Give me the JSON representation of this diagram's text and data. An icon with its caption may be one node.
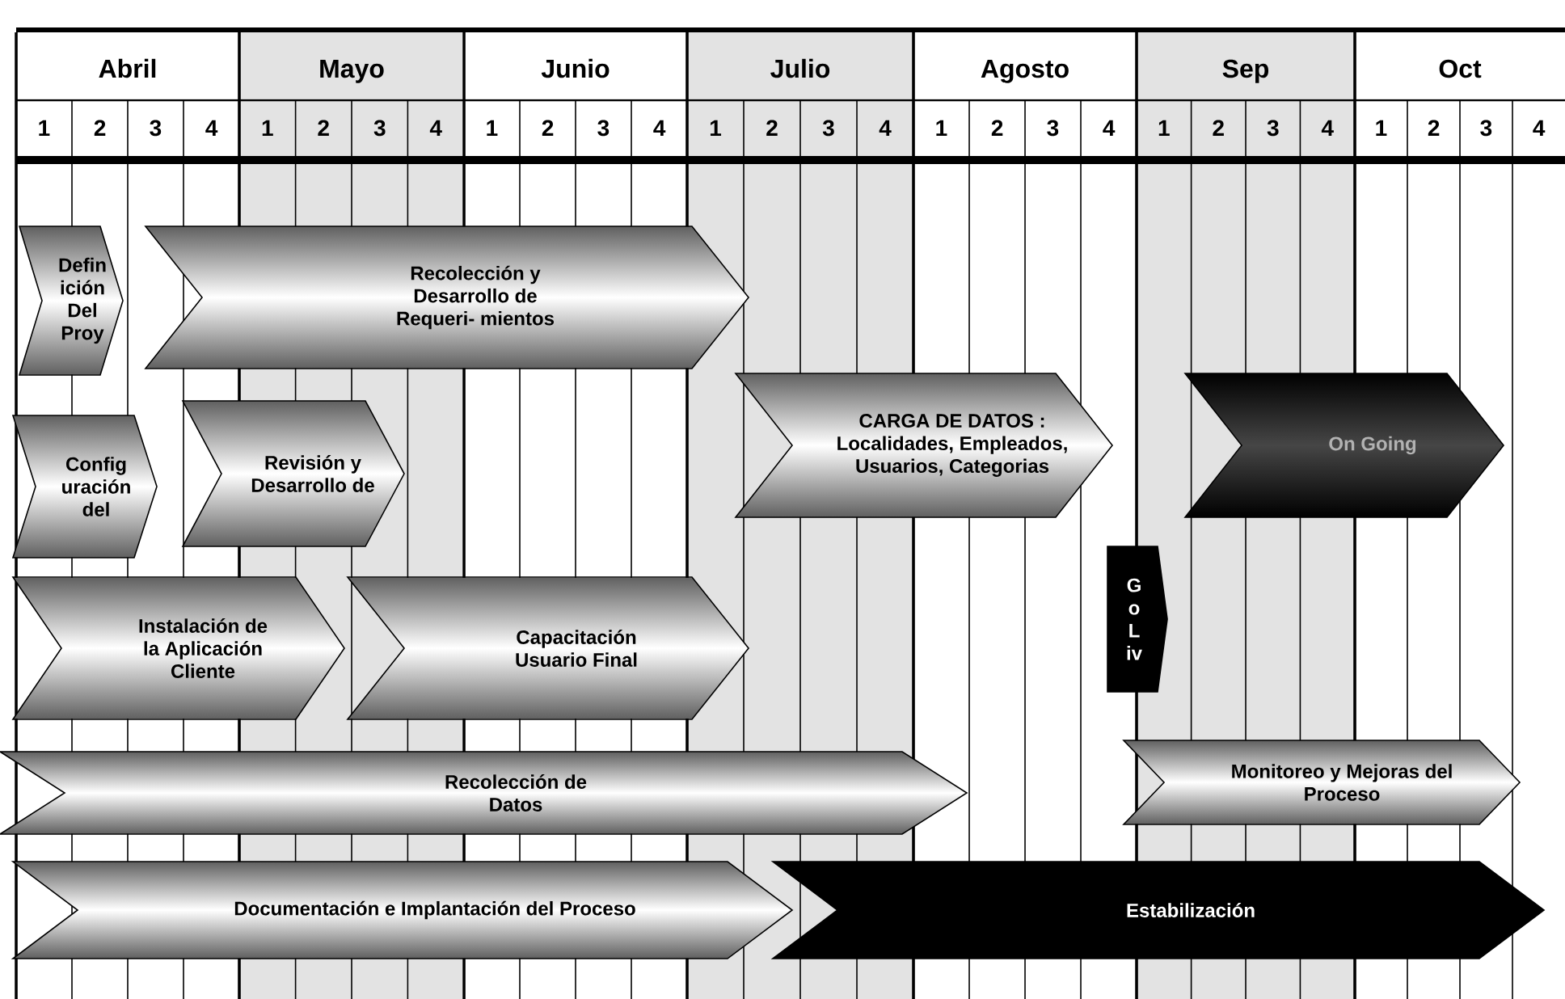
{
  "diagram": {
    "nodes": [
      {
        "text": [
          "Defin ición Del Proy"
        ]
      },
      {
        "text": [
          "Recolección y Desarrollo de Requeri- mientos"
        ]
      },
      {
        "text": [
          "Config uración del"
        ]
      },
      {
        "text": [
          "Revisión y Desarrollo de"
        ]
      },
      {
        "text": [
          "CARGA DE DATOS : Localidades, Empleados, Usuarios, Categorias"
        ]
      },
      {
        "text": [
          "On Going"
        ]
      },
      {
        "text": [
          "Instalación de la Aplicación Cliente"
        ]
      },
      {
        "text": [
          "Capacitación Usuario Final"
        ]
      },
      {
        "text": [
          "G o L iv"
        ]
      },
      {
        "text": [
          "Recolección de Datos"
        ]
      },
      {
        "text": [
          "Monitoreo y Mejoras del Proceso"
        ]
      },
      {
        "text": [
          "Documentación e Implantación del Proceso"
        ]
      },
      {
        "text": [
          "Estabilización"
        ]
      }
    ],
    "labels": [
      "Abril",
      "Mayo",
      "Junio",
      "Julio",
      "Agosto",
      "Sep",
      "Oct",
      "1",
      "2",
      "3",
      "4",
      "1",
      "2",
      "3",
      "4",
      "1",
      "2",
      "3",
      "4",
      "1",
      "2",
      "3",
      "4",
      "1",
      "2",
      "3",
      "4",
      "1",
      "2",
      "3",
      "4",
      "1",
      "2",
      "3",
      "4"
    ]
  }
}
